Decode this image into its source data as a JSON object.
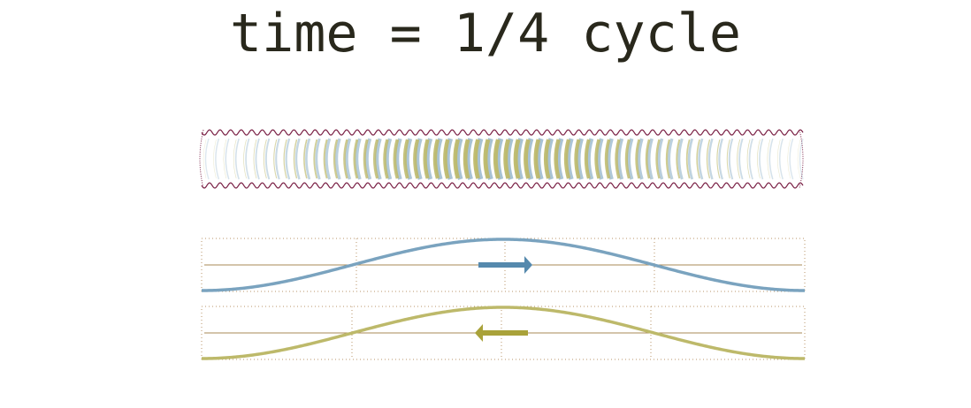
{
  "title": "time = 1/4 cycle",
  "colors": {
    "tube_wall": "#7a2045",
    "forward_wave": "#7aa3bf",
    "forward_arrow": "#5589ad",
    "backward_wave": "#bdb96a",
    "backward_arrow": "#a9a23a",
    "axis": "#a88a55",
    "grid": "#b8966a",
    "title": "#29281c"
  },
  "tube": {
    "rings": 60
  },
  "forward_wave": {
    "direction": "right"
  },
  "backward_wave": {
    "direction": "left"
  }
}
